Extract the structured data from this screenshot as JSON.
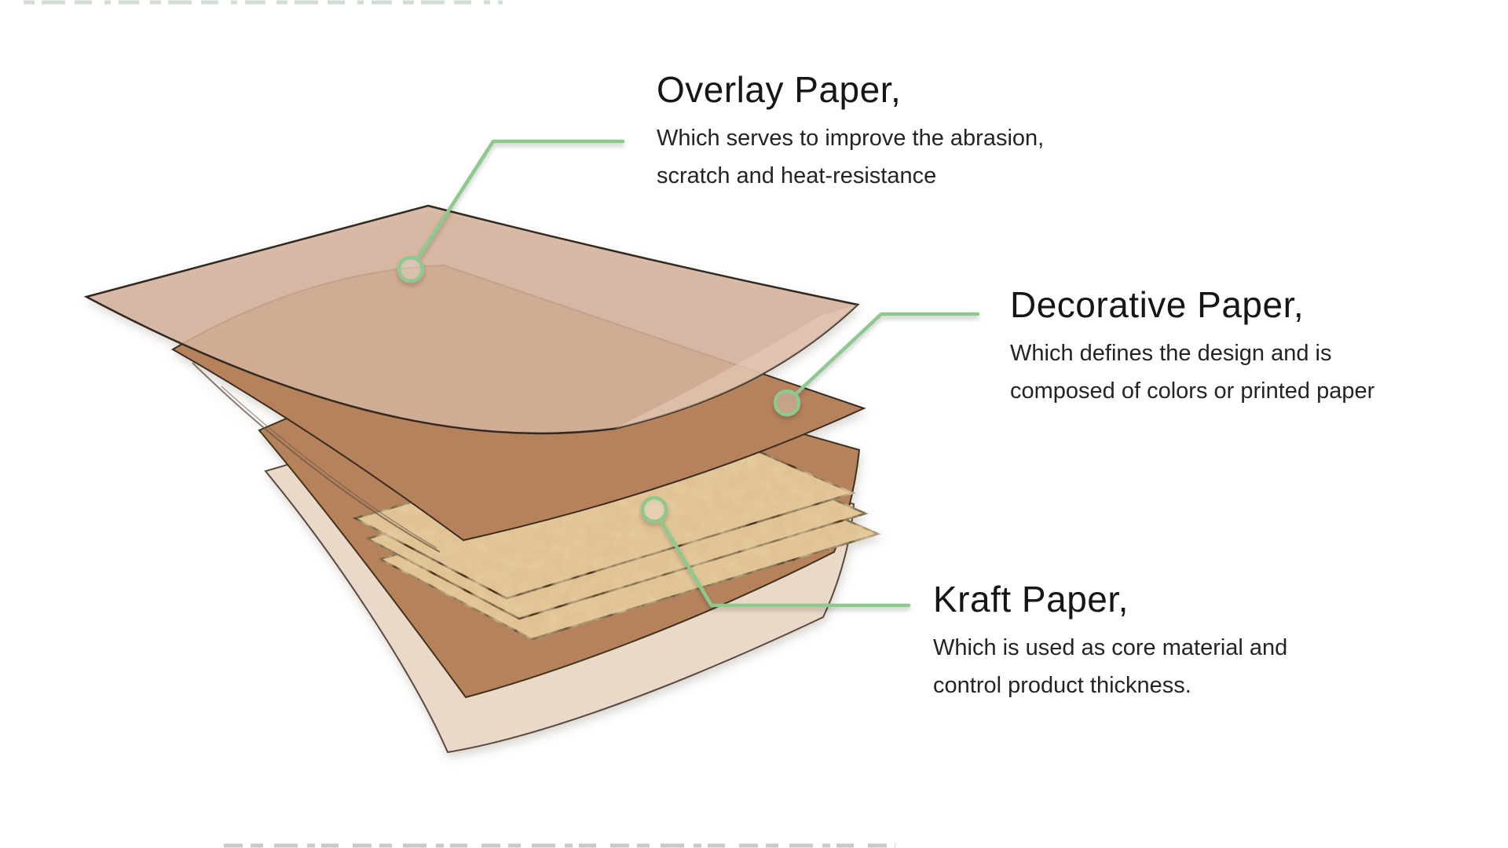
{
  "diagram": {
    "annotations": [
      {
        "id": "overlay",
        "title": "Overlay Paper,",
        "line1": "Which serves to improve the abrasion,",
        "line2": "scratch and heat-resistance"
      },
      {
        "id": "decorative",
        "title": "Decorative Paper,",
        "line1": "Which defines the design and is",
        "line2": "composed of colors or printed paper"
      },
      {
        "id": "kraft",
        "title": "Kraft Paper,",
        "line1": "Which is used as core material and",
        "line2": "control product thickness."
      }
    ],
    "colors": {
      "background": "#ffffff",
      "callout_green": "#8dc88d",
      "overlay_sheet": "#d4b29c",
      "decorative_sheet": "#b5825c",
      "kraft_sheet": "#e0c192",
      "kraft_speckle": "#c79957",
      "bottom_brown_sheet": "#b5825c",
      "pale_sheet": "#ead9c8",
      "outline_dark": "#3a2d1e",
      "text": "#1c1c1c"
    }
  }
}
